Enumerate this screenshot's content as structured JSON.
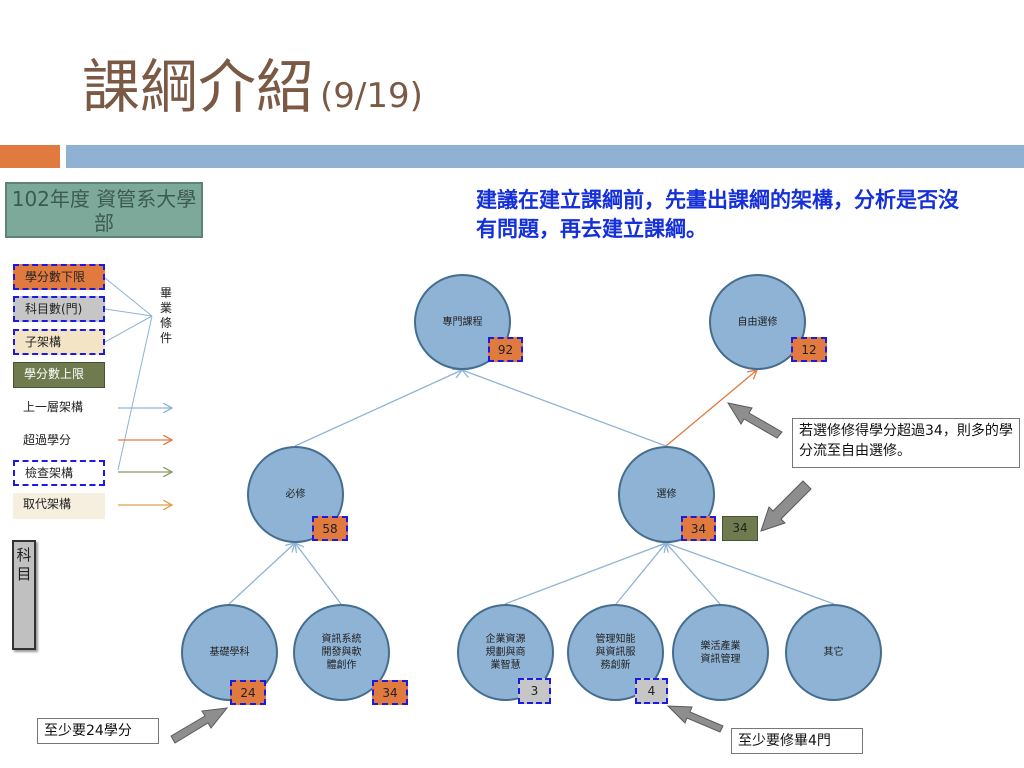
{
  "slide": {
    "title": "課綱介紹",
    "title_suffix": "(9/19)",
    "department": "102年度 資管系大學部",
    "advice": "建議在建立課綱前，先畫出課綱的架構，分析是否沒有問題，再去建立課綱。"
  },
  "legend": {
    "min_credits": "學分數下限",
    "course_count": "科目數(門)",
    "sub_structure": "子架構",
    "max_credits": "學分數上限",
    "upper_structure": "上一層架構",
    "excess_credits": "超過學分",
    "check_structure": "檢查架構",
    "replace_structure": "取代架構",
    "graduation_conditions": "畢業條件",
    "subject": "科目"
  },
  "nodes": {
    "professional": {
      "label": "專門課程",
      "credits": "92"
    },
    "free_elective": {
      "label": "自由選修",
      "credits": "12"
    },
    "required": {
      "label": "必修",
      "credits": "58"
    },
    "elective": {
      "label": "選修",
      "credits": "34",
      "max_credits": "34"
    },
    "basic": {
      "label": "基礎學科",
      "credits": "24"
    },
    "info_sys": {
      "label": "資訊系統開發與軟體創作",
      "credits": "34"
    },
    "erp": {
      "label": "企業資源規劃與商業智慧",
      "courses": "3"
    },
    "km": {
      "label": "管理知能與資訊服務創新",
      "courses": "4"
    },
    "leisure": {
      "label": "樂活產業資訊管理"
    },
    "other": {
      "label": "其它"
    }
  },
  "notes": {
    "overflow": "若選修修得學分超過34，則多的學分流至自由選修。",
    "min_24": "至少要24學分",
    "min_4": "至少要修畢4門"
  },
  "colors": {
    "node_fill": "#8fb3d5",
    "credit_orange": "#e07a3f",
    "course_gray": "#c6c6c6",
    "max_olive": "#6f7a4e",
    "dashed_border": "#1a1ae0",
    "title_brown": "#7a5a45",
    "advice_blue": "#1530d8"
  }
}
